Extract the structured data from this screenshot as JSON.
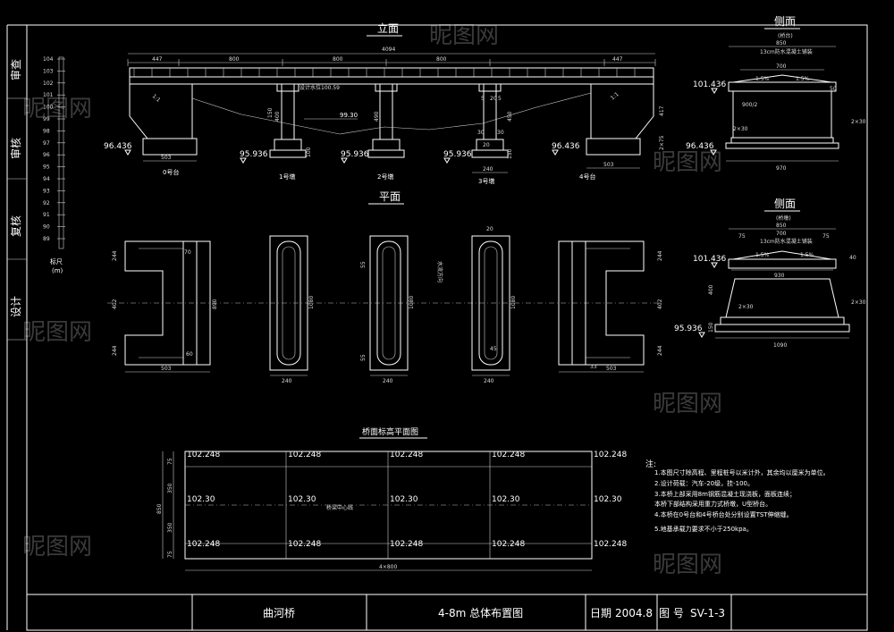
{
  "sidebar": {
    "review_label": "审查",
    "audit_label": "审核",
    "recheck_label": "复核",
    "design_label": "设计"
  },
  "scale_bar": {
    "ticks": [
      "104",
      "103",
      "102",
      "101",
      "100",
      "99",
      "98",
      "97",
      "96",
      "95",
      "94",
      "93",
      "92",
      "91",
      "90",
      "89"
    ],
    "label": "标尺",
    "unit": "(m)"
  },
  "elevation": {
    "title": "立面",
    "total_length": "4094",
    "spans": [
      "447",
      "800",
      "800",
      "800",
      "447"
    ],
    "slope_label": "1:1",
    "water_level": "99.30",
    "design_water_label": "设计水位100.59",
    "elev_left_abutment": "96.436",
    "elev_right_abutment": "96.436",
    "elev_pier1": "95.936",
    "elev_pier2": "95.936",
    "elev_pier3": "95.936",
    "abut_width_left": "503",
    "abut_width_right": "503",
    "pier_base_width": "240",
    "pier_h_1": "400",
    "pier_h_2": "490",
    "pier_h_3": "450",
    "pier_h_abut": "417",
    "pier_label_0": "0号台",
    "pier_label_1": "1号墩",
    "pier_label_2": "2号墩",
    "pier_label_3": "3号墩",
    "pier_label_4": "4号台",
    "small_dims": [
      "2×75",
      "5",
      "20",
      "5",
      "30",
      "30",
      "20",
      "100",
      "150",
      "150"
    ]
  },
  "side_top": {
    "title": "侧面",
    "subtitle": "(桥台)",
    "width_top": "850",
    "deck_width": "700",
    "deck_note": "13cm防水混凝土铺装",
    "slope_left": "1.5%",
    "slope_right": "1.5%",
    "half_width": "900/2",
    "elev": "101.436",
    "elev_bottom": "96.436",
    "size_2x30_a": "2×30",
    "size_2x30_b": "2×30",
    "width_bottom": "970",
    "side_50": "50"
  },
  "side_bottom": {
    "title": "侧面",
    "subtitle": "(桥墩)",
    "width_top": "850",
    "deck_width": "700",
    "deck_note": "13cm防水混凝土铺装",
    "slope_left": "1.5%",
    "slope_right": "1.5%",
    "elev": "101.436",
    "elev_bottom": "95.936",
    "width_mid": "930",
    "height": "400",
    "size_2x30_a": "2×30",
    "size_2x30_b": "2×30",
    "width_bottom": "1090",
    "side_75a": "75",
    "side_75b": "75",
    "side_40": "40",
    "side_150": "150"
  },
  "plan": {
    "title": "平面",
    "flow_label": "水流方向",
    "abut_dims": [
      "244",
      "402",
      "244"
    ],
    "abut_total": "890",
    "pier_len": "1080",
    "pier_width": "240",
    "abut_width": "503",
    "small_dims": [
      "70",
      "60",
      "55",
      "55",
      "33",
      "45",
      "20"
    ]
  },
  "deck_plan": {
    "title": "桥面标高平面图",
    "top_row": [
      "102.248",
      "102.248",
      "102.248",
      "102.248",
      "102.248"
    ],
    "mid_row": [
      "102.30",
      "102.30",
      "102.30",
      "102.30",
      "102.30"
    ],
    "bottom_row": [
      "102.248",
      "102.248",
      "102.248",
      "102.248",
      "102.248"
    ],
    "centerline": "桥梁中心线",
    "total_width": "850",
    "left_dims": [
      "75",
      "350",
      "350",
      "75"
    ],
    "span_label": "4×800"
  },
  "notes": {
    "heading": "注:",
    "lines": [
      "1.本图尺寸除高程、里程桩号以米计外，其余均以厘米为单位。",
      "2.设计荷载：汽车-20级，挂-100。",
      "3.本桥上部采用8m钢筋混凝土现浇板，面板连续；",
      "  本桥下部结构采用重力式桥墩，U型桥台。",
      "4.本桥在0号台和4号桥台处分别设置TST伸缩缝。",
      "5.地基承载力要求不小于250kpa。"
    ]
  },
  "title_block": {
    "project": "曲河桥",
    "drawing": "4-8m  总体布置图",
    "date_label": "日期",
    "date_value": "2004.8",
    "sheet_label": "图 号",
    "sheet_value": "SV-1-3"
  },
  "watermark": {
    "text": "昵图网"
  }
}
